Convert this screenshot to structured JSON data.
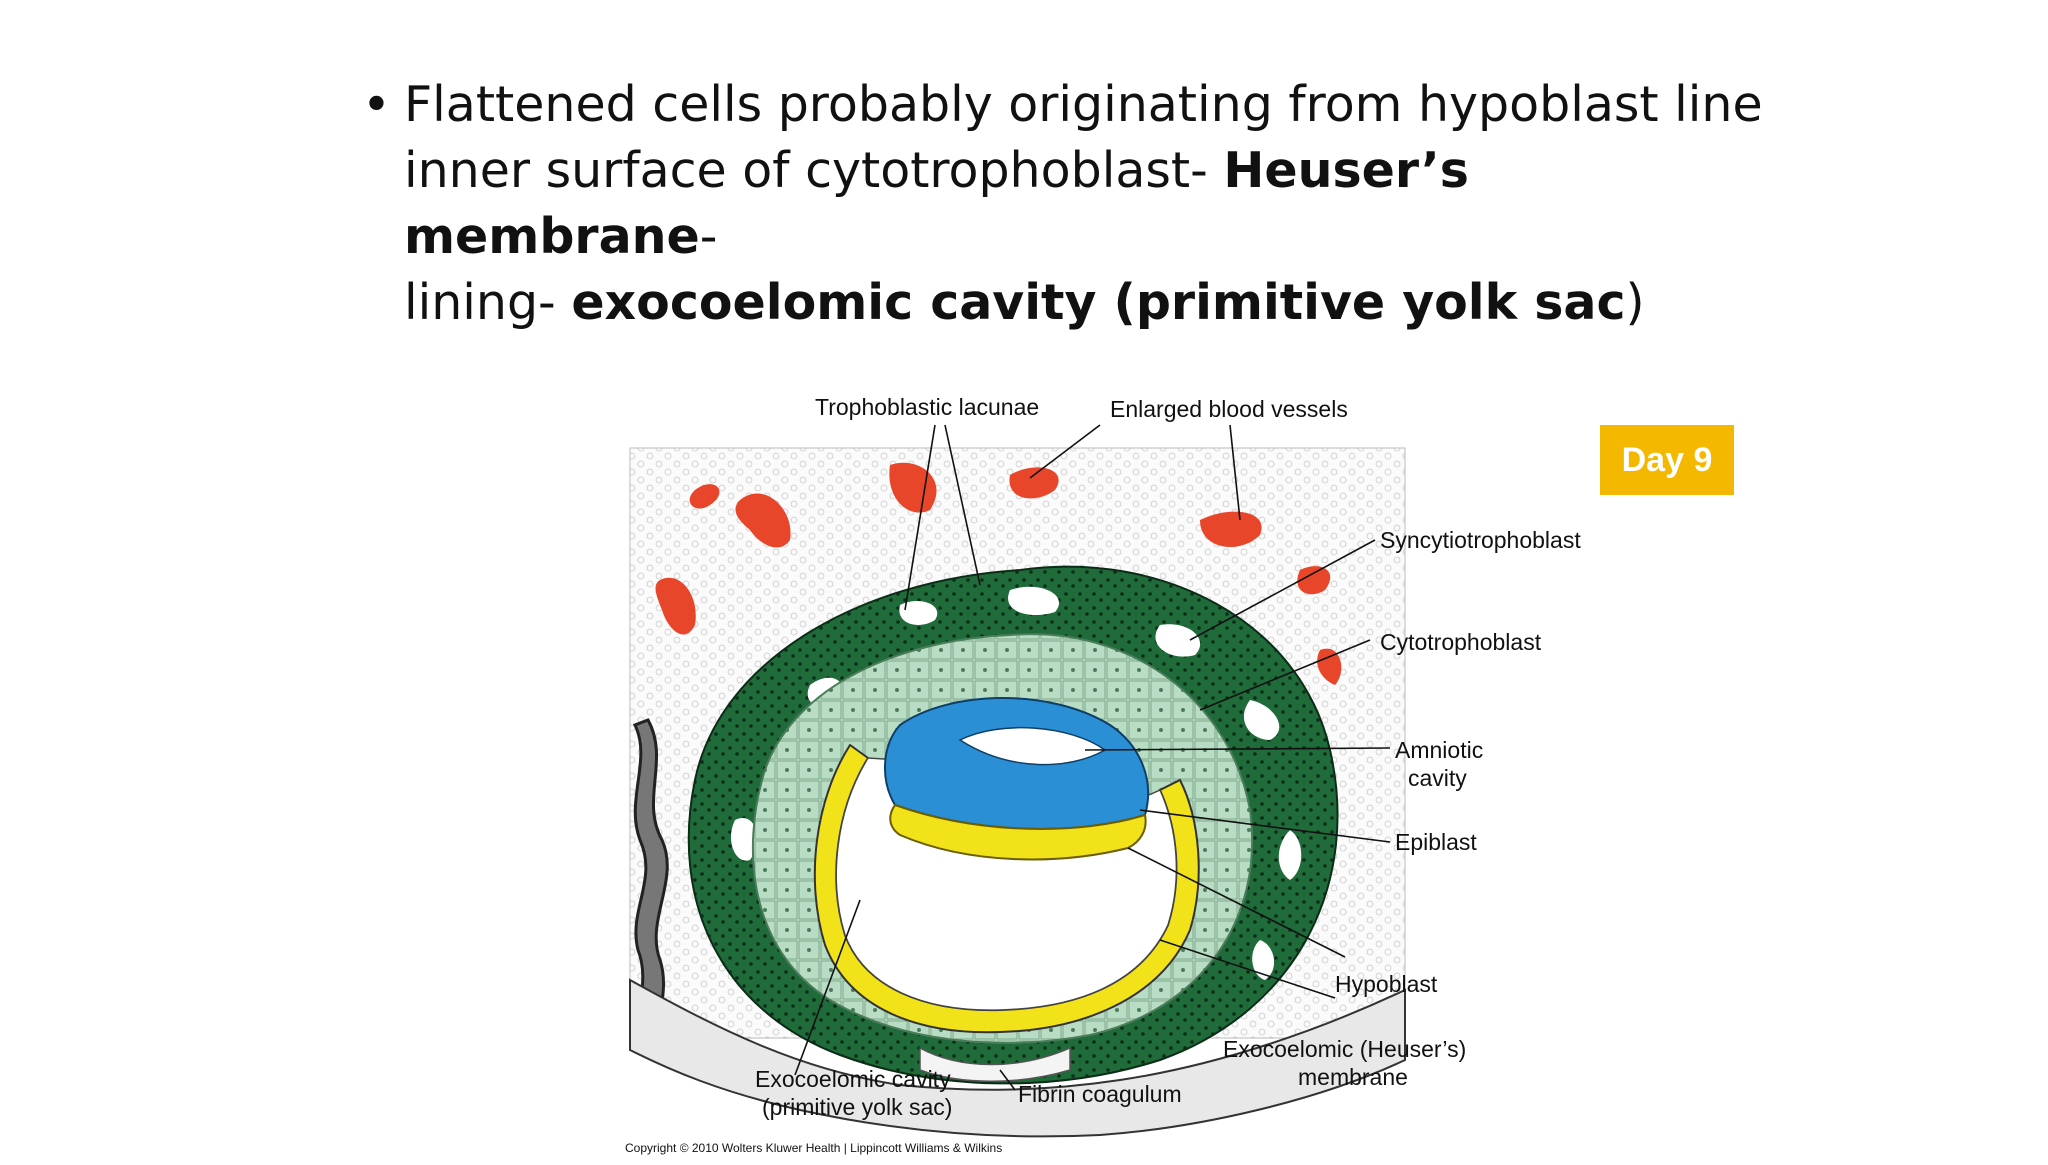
{
  "bullet": {
    "marker": "•",
    "line1": "Flattened cells probably originating from hypoblast line",
    "line2_prefix": "inner surface of cytotrophoblast- ",
    "line2_bold": "Heuser’s membrane",
    "line2_suffix": "-",
    "line3_prefix": "lining- ",
    "line3_bold": "exocoelomic cavity (primitive yolk sac",
    "line3_suffix": ")"
  },
  "badge": {
    "label": "Day 9",
    "color": "#f5b800"
  },
  "diagram": {
    "labels": {
      "trophoblastic_lacunae": "Trophoblastic lacunae",
      "enlarged_blood_vessels": "Enlarged blood vessels",
      "syncytiotrophoblast": "Syncytiotrophoblast",
      "cytotrophoblast": "Cytotrophoblast",
      "amniotic_1": "Amniotic",
      "amniotic_2": "cavity",
      "epiblast": "Epiblast",
      "hypoblast": "Hypoblast",
      "heuser_1": "Exocoelomic (Heuser’s)",
      "heuser_2": "membrane",
      "yolk_1": "Exocoelomic cavity",
      "yolk_2": "(primitive yolk sac)",
      "fibrin": "Fibrin coagulum"
    },
    "copyright": "Copyright © 2010 Wolters Kluwer Health | Lippincott Williams & Wilkins",
    "colors": {
      "syncytiotrophoblast": "#1f6b3a",
      "cytotrophoblast": "#b9dcc4",
      "epiblast": "#2b8fd6",
      "hypoblast": "#f2e21a",
      "blood": "#e8462a"
    }
  }
}
